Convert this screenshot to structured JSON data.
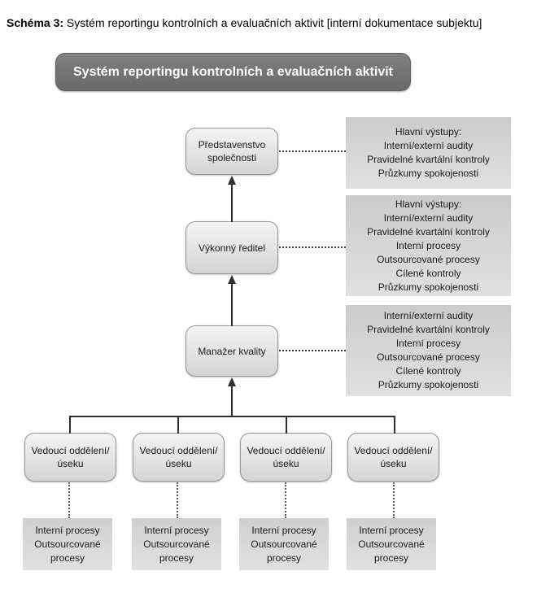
{
  "caption": {
    "label_bold": "Schéma 3:",
    "label_rest": " Systém reportingu kontrolních a evaluačních aktivit [interní dokumentace subjektu]"
  },
  "banner": {
    "title": "Systém reportingu kontrolních a evaluačních aktivit"
  },
  "org": {
    "board": "Představenstvo společnosti",
    "director": "Výkonný ředitel",
    "quality_manager": "Manažer kvality",
    "department_heads": [
      "Vedoucí oddělení/úseku",
      "Vedoucí oddělení/úseku",
      "Vedoucí oddělení/úseku",
      "Vedoucí oddělení/úseku"
    ],
    "process_boxes": [
      "Interní procesy Outsourcované procesy",
      "Interní procesy Outsourcované procesy",
      "Interní procesy Outsourcované procesy",
      "Interní procesy Outsourcované procesy"
    ]
  },
  "panels": [
    {
      "lines": [
        "Hlavní výstupy:",
        "Interní/externí audity",
        "Pravidelné kvartální kontroly",
        "Průzkumy spokojenosti"
      ]
    },
    {
      "lines": [
        "Hlavní výstupy:",
        "Interní/externí audity",
        "Pravidelné kvartální kontroly",
        "Interní procesy",
        "Outsourcované procesy",
        "Cílené kontroly",
        "Průzkumy spokojenosti"
      ]
    },
    {
      "lines": [
        "Interní/externí audity",
        "Pravidelné kvartální kontroly",
        "Interní procesy",
        "Outsourcované procesy",
        "Cílené kontroly",
        "Průzkumy spokojenosti"
      ]
    }
  ],
  "colors": {
    "banner_bg": "#737373",
    "banner_text": "#ffffff",
    "node_fill": "#e4e4e4",
    "node_border": "#979797",
    "panel_bg": "#d6d6d6",
    "connector": "#2e2e2e",
    "text": "#1a1a1a",
    "background": "#ffffff"
  }
}
